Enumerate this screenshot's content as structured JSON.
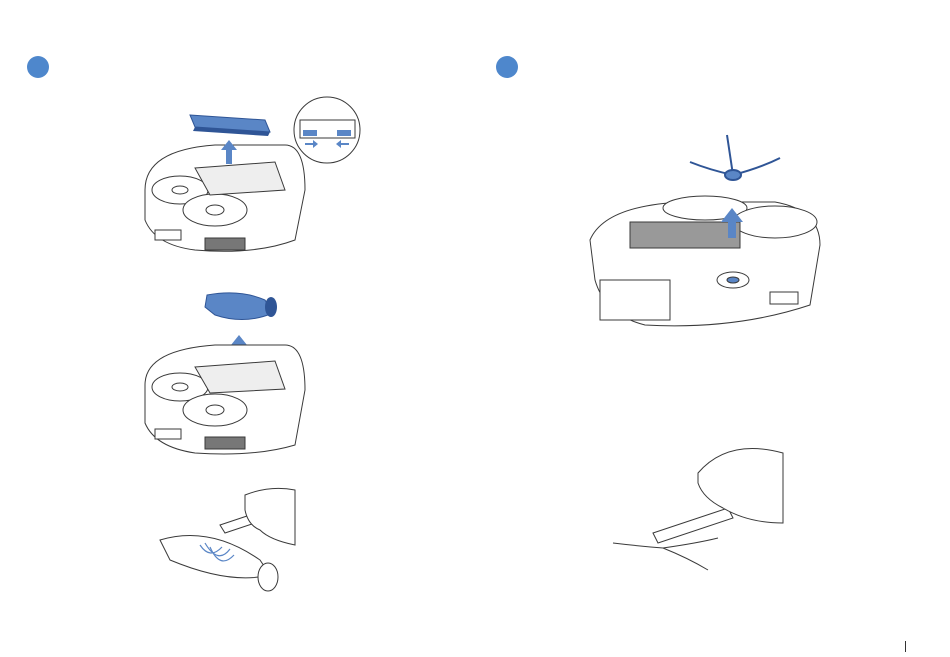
{
  "steps": [
    {
      "id": "left-step"
    },
    {
      "id": "right-step"
    }
  ],
  "colors": {
    "accent": "#4e87cc",
    "part_fill": "#5a86c6",
    "part_dark": "#2f5596",
    "line": "#3a3a3a"
  },
  "icons": {
    "step_badge": "filled-circle",
    "lift_arrow": "arrow-up-icon",
    "press_arrow": "arrow-horizontal-icon"
  }
}
